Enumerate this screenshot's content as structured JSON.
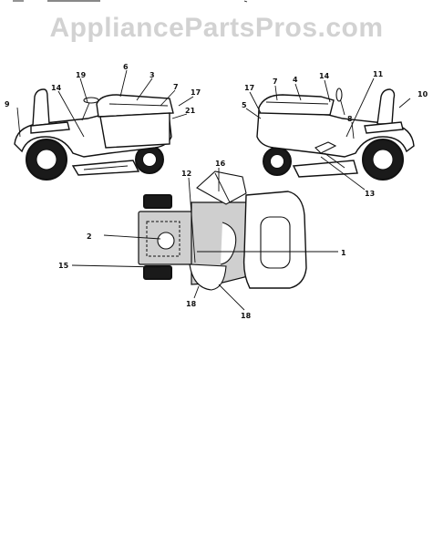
{
  "watermark": "AppliancePartsPros.com",
  "callouts": {
    "c1": "1",
    "c2": "2",
    "c3": "3",
    "c4": "4",
    "c5": "5",
    "c6": "6",
    "c7a": "7",
    "c7b": "7",
    "c8": "8",
    "c9": "9",
    "c10": "10",
    "c11": "11",
    "c12": "12",
    "c13": "13",
    "c14a": "14",
    "c14b": "14",
    "c15": "15",
    "c16": "16",
    "c17a": "17",
    "c17b": "17",
    "c18a": "18",
    "c18b": "18",
    "c19": "19",
    "c21": "21"
  }
}
